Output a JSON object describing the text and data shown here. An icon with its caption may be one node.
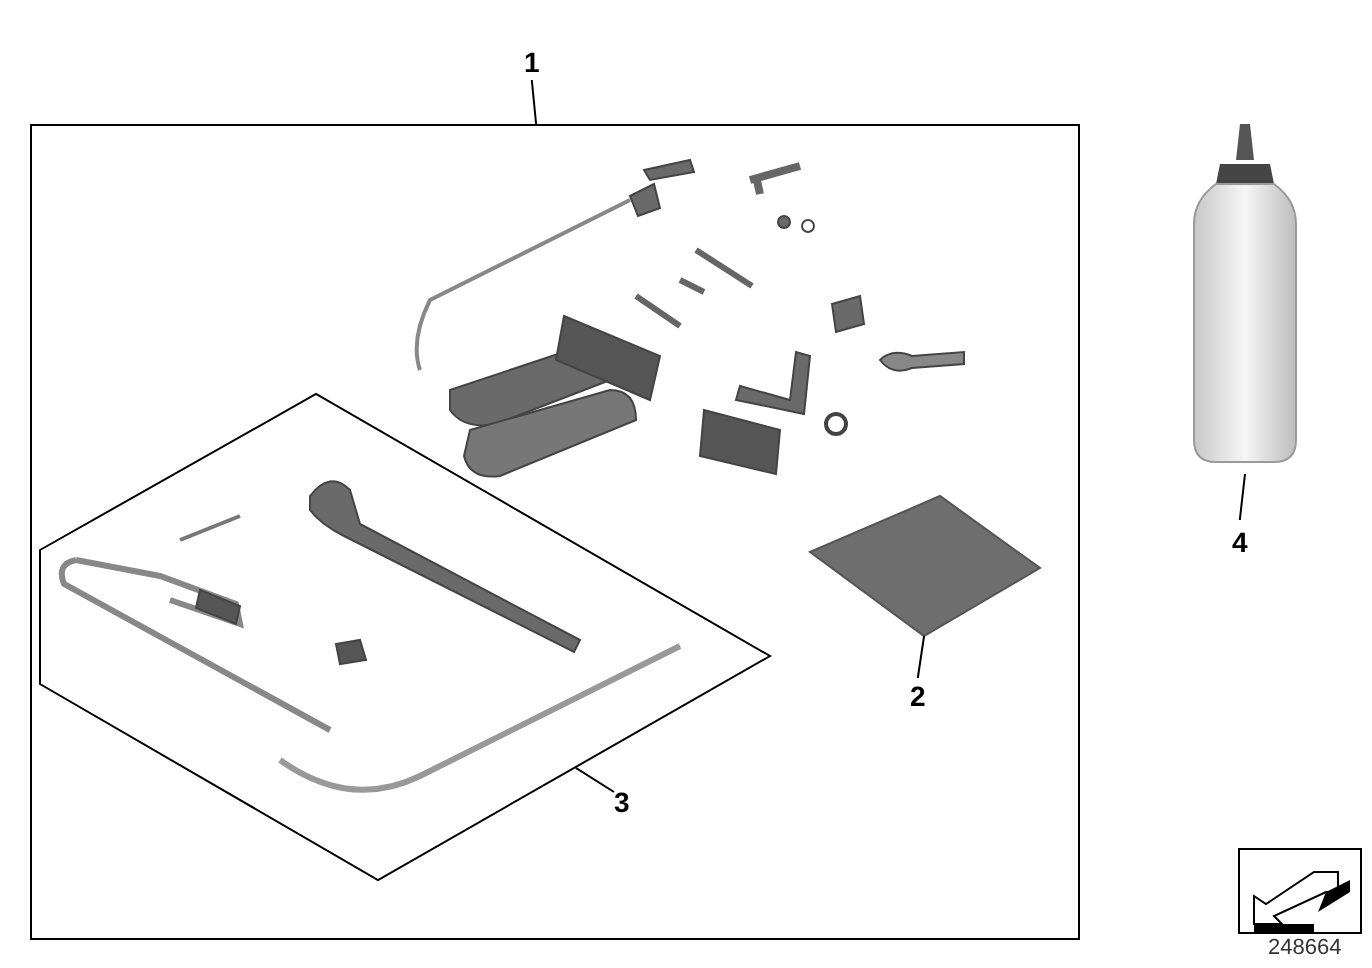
{
  "diagram": {
    "nodes": [
      {
        "text": [
          "1"
        ]
      },
      {
        "text": [],
        "shape": "box"
      },
      {
        "text": [],
        "shape": "box",
        "in": 1
      },
      {
        "text": [],
        "shape": "picture",
        "in": 1
      },
      {
        "text": [
          "2"
        ],
        "in": 1
      },
      {
        "text": [
          "3"
        ],
        "in": 1
      },
      {
        "text": [
          "4"
        ]
      },
      {
        "text": [],
        "shape": "picture"
      }
    ],
    "edges": [
      {
        "from": 0,
        "to": 1,
        "arrow": "none"
      },
      {
        "from": 4,
        "to": 3,
        "arrow": "none"
      },
      {
        "from": 5,
        "to": 2,
        "arrow": "none"
      },
      {
        "from": 6,
        "to": 7,
        "arrow": "none"
      }
    ],
    "labels": [
      "248664"
    ]
  }
}
